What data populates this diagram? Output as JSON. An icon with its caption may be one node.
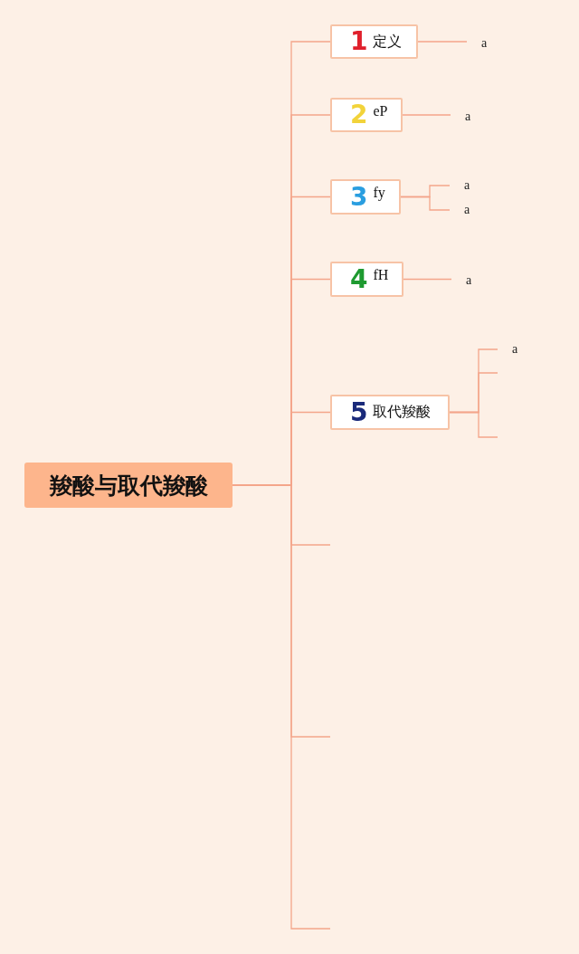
{
  "diagram": {
    "nodes": [
      {
        "text": [
          "羧酸与取代羧酸"
        ]
      },
      {
        "text": [
          "1",
          "定义"
        ]
      },
      {
        "text": [
          "2",
          "eP"
        ]
      },
      {
        "text": [
          "3",
          "fy"
        ]
      },
      {
        "text": [
          "4",
          "fH"
        ]
      },
      {
        "text": [
          "5",
          "取代羧酸"
        ]
      },
      {
        "text": [
          "a"
        ]
      },
      {
        "text": [
          "a"
        ]
      },
      {
        "text": [
          "a"
        ]
      },
      {
        "text": [
          "a"
        ]
      },
      {
        "text": [
          "a"
        ]
      },
      {
        "text": [
          "a"
        ]
      }
    ],
    "edges": [
      {
        "from": 0,
        "to": 1,
        "arrow": "none"
      },
      {
        "from": 0,
        "to": 2,
        "arrow": "none"
      },
      {
        "from": 0,
        "to": 3,
        "arrow": "none"
      },
      {
        "from": 0,
        "to": 4,
        "arrow": "none"
      },
      {
        "from": 0,
        "to": 5,
        "arrow": "none"
      },
      {
        "from": 0,
        "to": null,
        "arrow": "none"
      },
      {
        "from": 0,
        "to": null,
        "arrow": "none"
      },
      {
        "from": 0,
        "to": null,
        "arrow": "none"
      },
      {
        "from": 1,
        "to": 6,
        "arrow": "none"
      },
      {
        "from": 2,
        "to": 7,
        "arrow": "none"
      },
      {
        "from": 3,
        "to": 8,
        "arrow": "none"
      },
      {
        "from": 3,
        "to": 9,
        "arrow": "none"
      },
      {
        "from": 4,
        "to": 10,
        "arrow": "none"
      },
      {
        "from": 5,
        "to": 11,
        "arrow": "none"
      },
      {
        "from": 5,
        "to": null,
        "arrow": "none"
      },
      {
        "from": 5,
        "to": null,
        "arrow": "none"
      }
    ]
  }
}
